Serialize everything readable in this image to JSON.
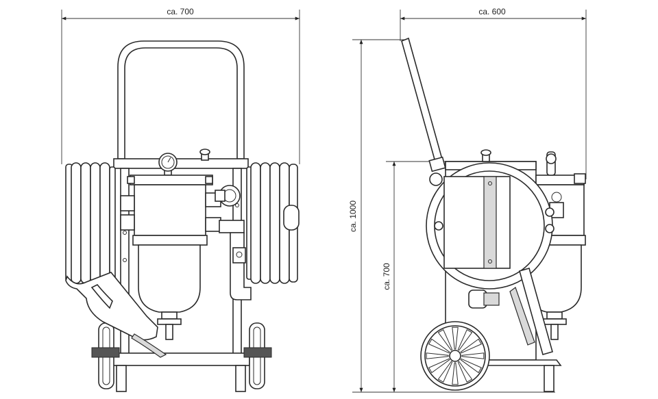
{
  "dimensions": {
    "front_width": "ca. 700",
    "side_depth": "ca. 600",
    "total_height": "ca. 1000",
    "body_height": "ca. 700"
  }
}
